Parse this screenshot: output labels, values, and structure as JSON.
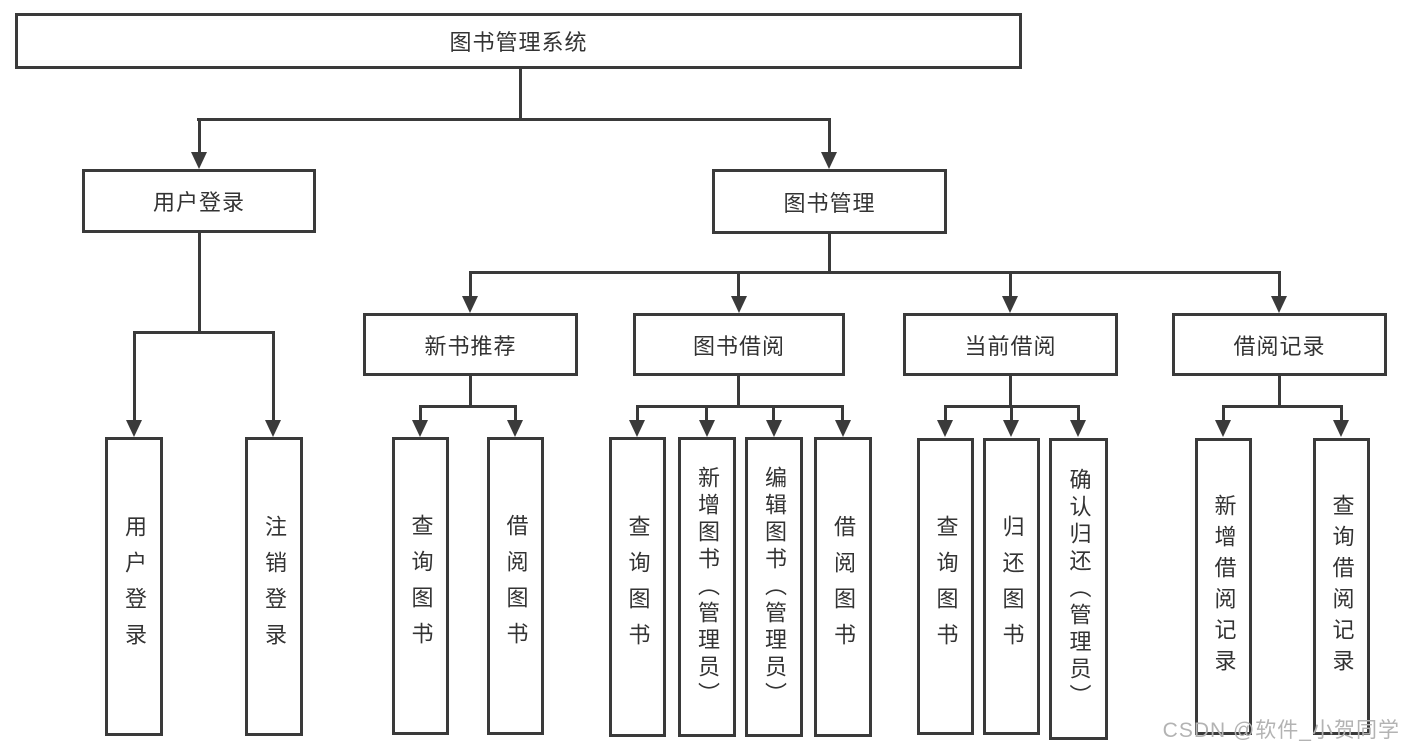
{
  "tree": {
    "root": {
      "label": "图书管理系统",
      "children": [
        {
          "label": "用户登录",
          "children": [
            {
              "label": "用户登录"
            },
            {
              "label": "注销登录"
            }
          ]
        },
        {
          "label": "图书管理",
          "children": [
            {
              "label": "新书推荐",
              "children": [
                {
                  "label": "查询图书"
                },
                {
                  "label": "借阅图书"
                }
              ]
            },
            {
              "label": "图书借阅",
              "children": [
                {
                  "label": "查询图书"
                },
                {
                  "label": "新增图书（管理员）"
                },
                {
                  "label": "编辑图书（管理员）"
                },
                {
                  "label": "借阅图书"
                }
              ]
            },
            {
              "label": "当前借阅",
              "children": [
                {
                  "label": "查询图书"
                },
                {
                  "label": "归还图书"
                },
                {
                  "label": "确认归还（管理员）"
                }
              ]
            },
            {
              "label": "借阅记录",
              "children": [
                {
                  "label": "新增借阅记录"
                },
                {
                  "label": "查询借阅记录"
                }
              ]
            }
          ]
        }
      ]
    }
  },
  "watermark": {
    "text": "CSDN @软件_小贺同学"
  },
  "colors": {
    "line": "#3a3a3a",
    "text": "#333333",
    "box_background": "#ffffff",
    "watermark": "#b3b3b3"
  }
}
